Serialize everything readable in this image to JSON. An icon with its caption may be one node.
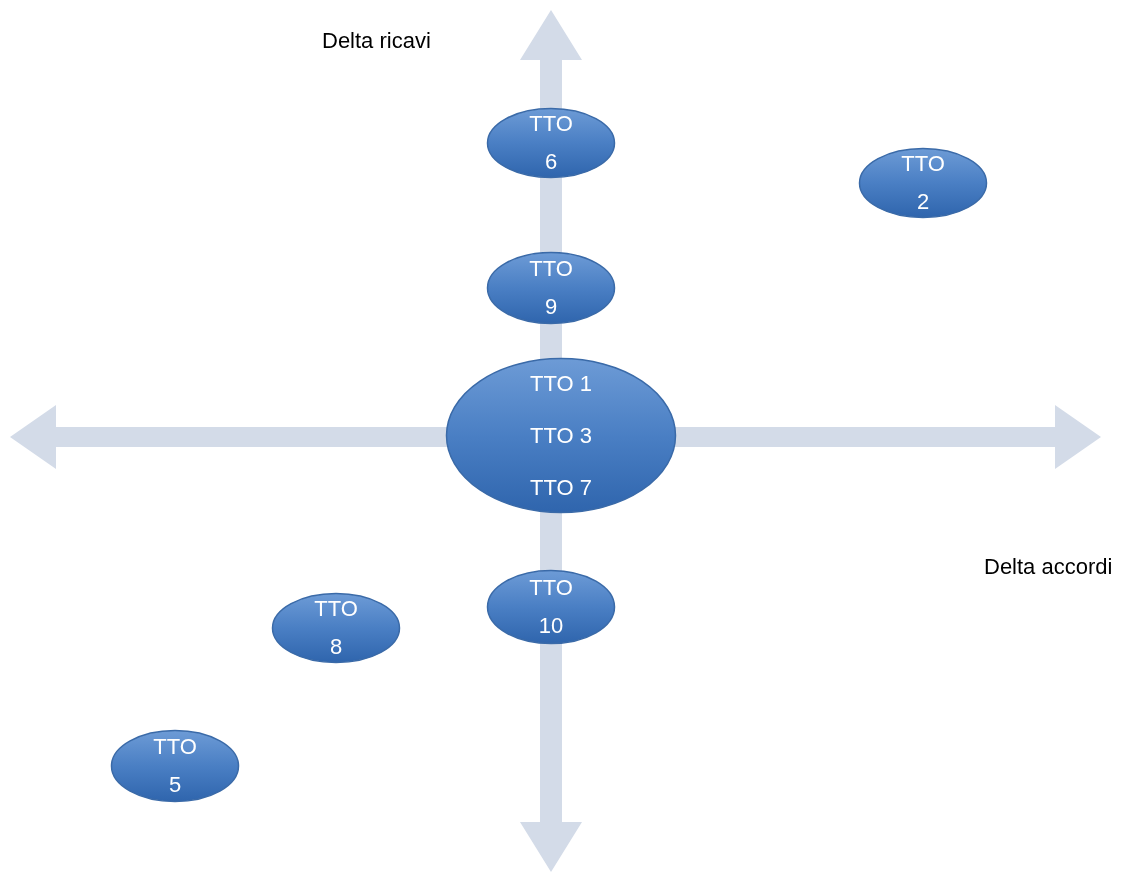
{
  "diagram": {
    "nodes": [
      {
        "text": [
          "TTO 6"
        ]
      },
      {
        "text": [
          "TTO 2"
        ]
      },
      {
        "text": [
          "TTO 9"
        ]
      },
      {
        "text": [
          "TTO 1",
          "TTO 3",
          "TTO 7"
        ]
      },
      {
        "text": [
          "TTO 10"
        ]
      },
      {
        "text": [
          "TTO 8"
        ]
      },
      {
        "text": [
          "TTO 5"
        ]
      }
    ],
    "labels": [
      "Delta ricavi",
      "Delta accordi"
    ]
  }
}
